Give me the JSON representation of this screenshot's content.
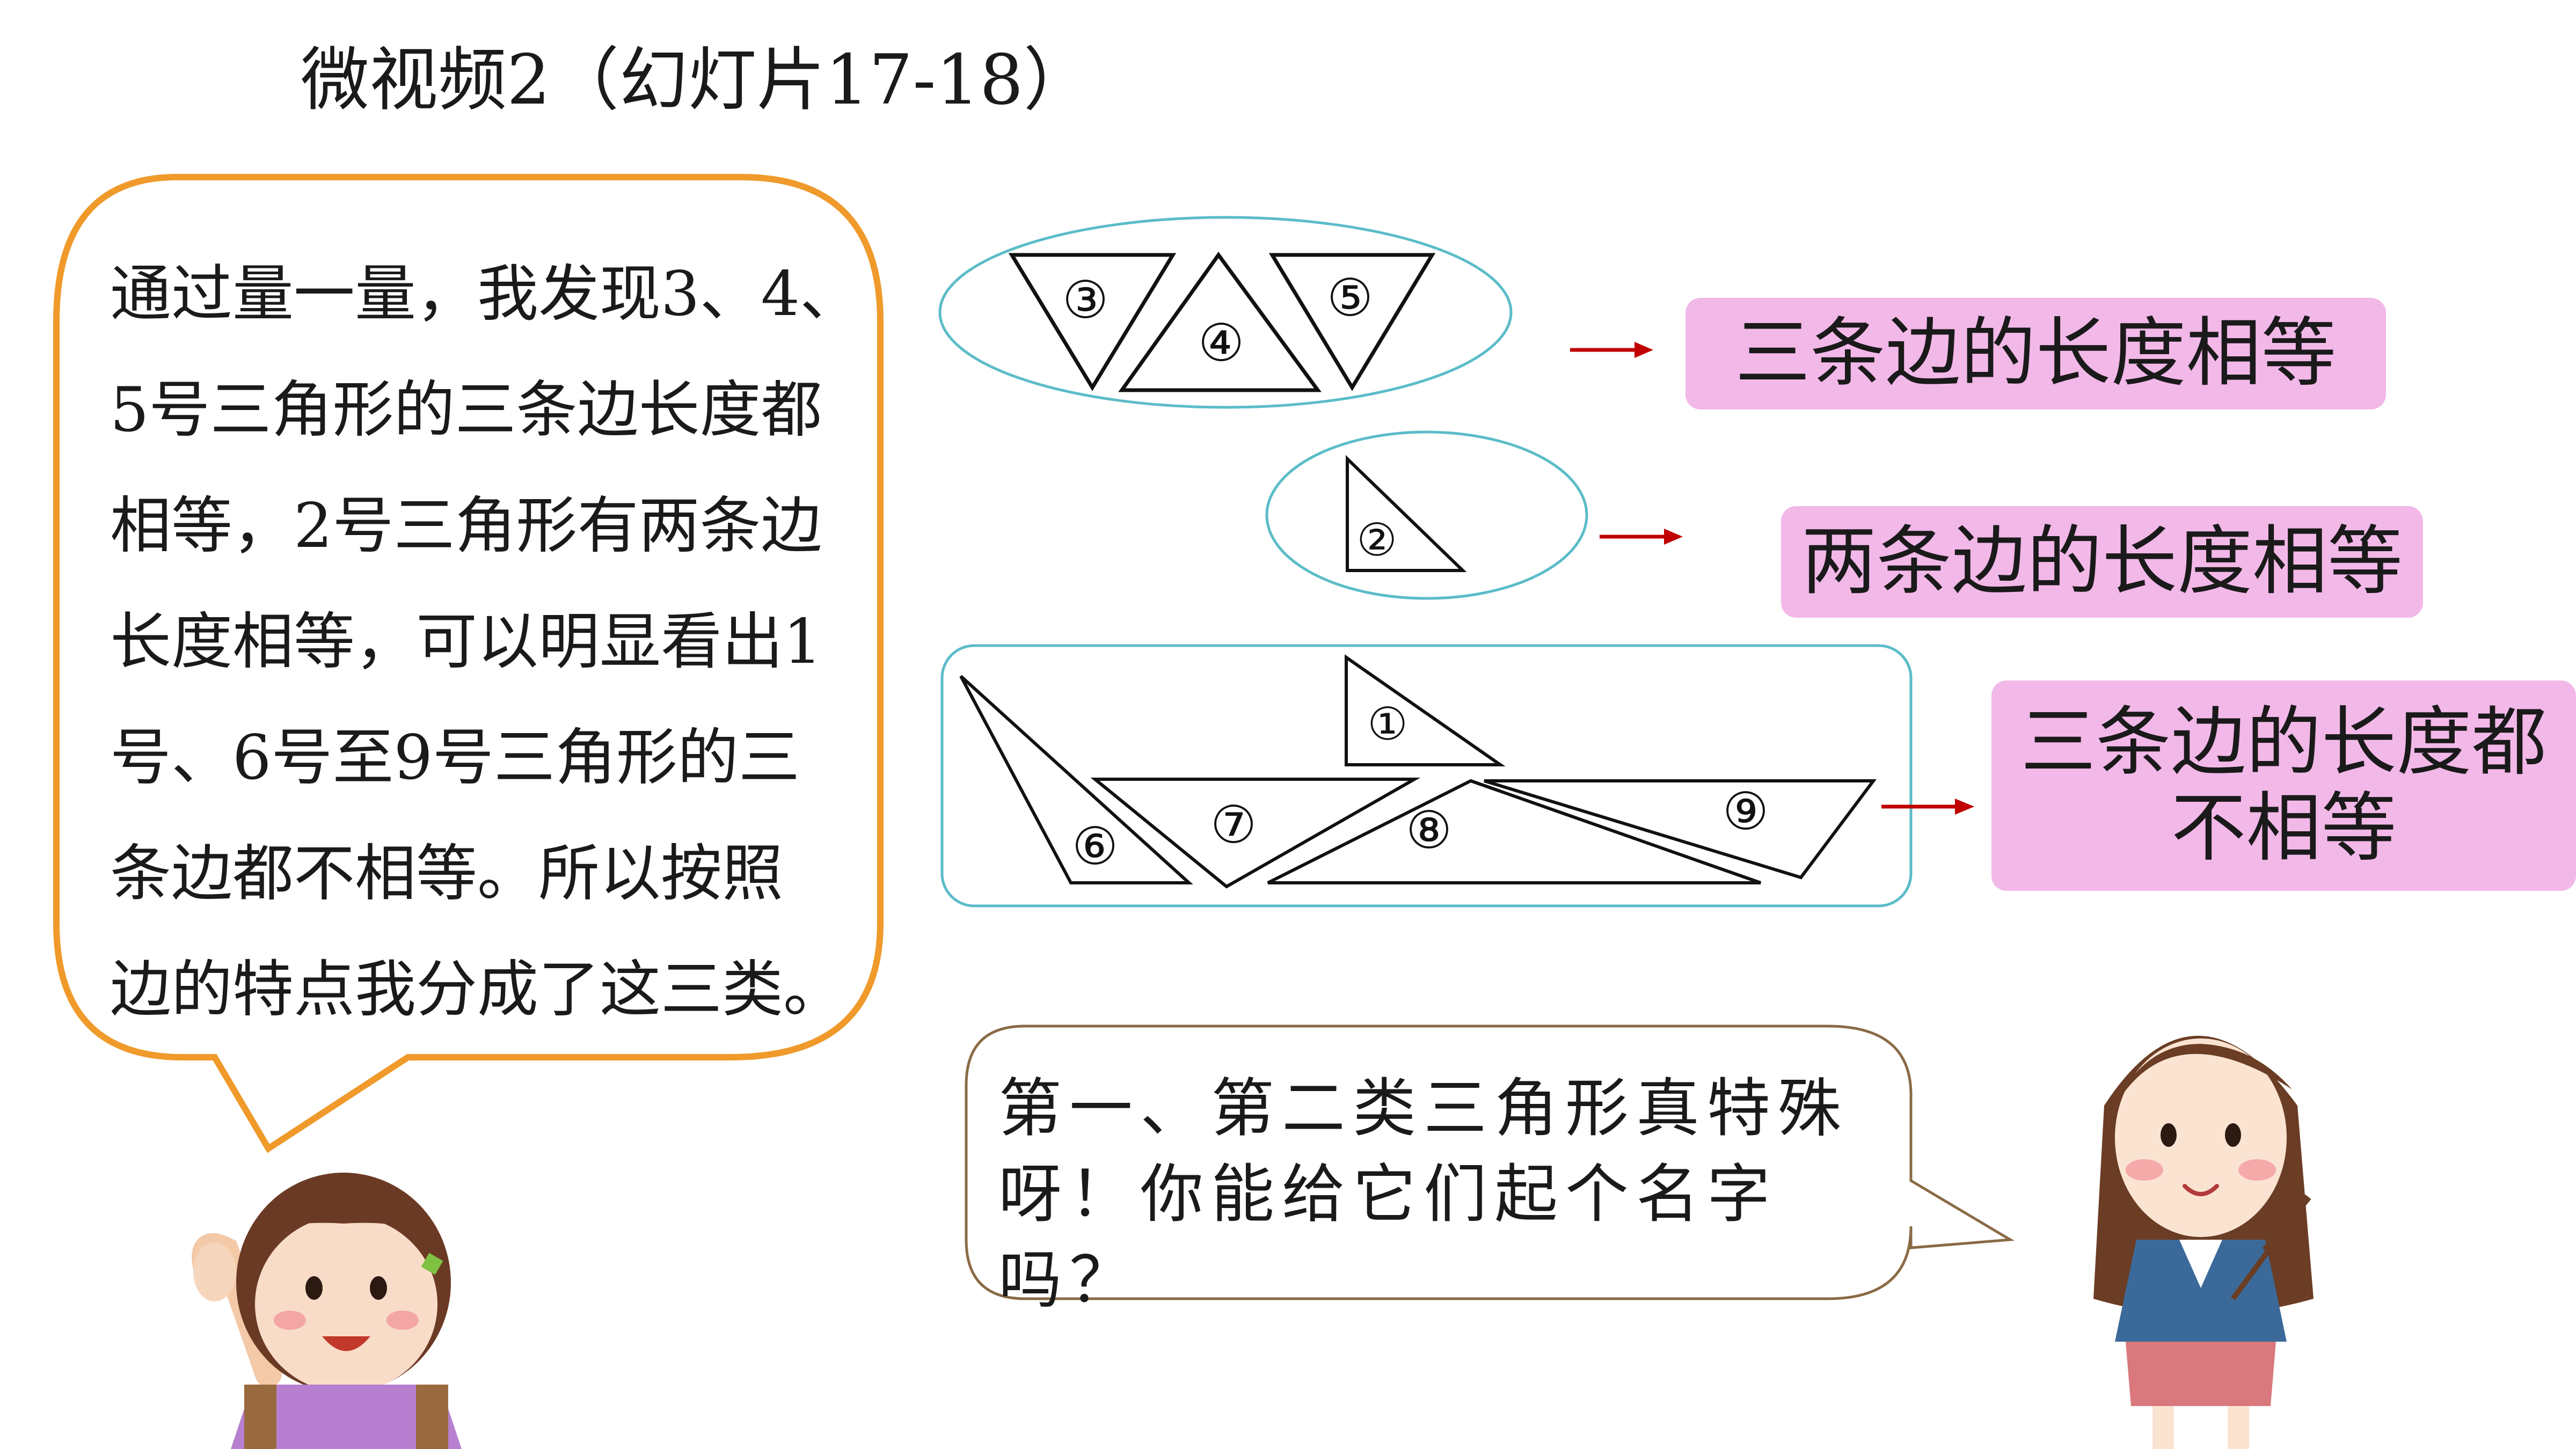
{
  "title": "微视频2（幻灯片17-18）",
  "girl_bubble": {
    "lines": [
      "通过量一量，我发现3、4、",
      "5号三角形的三条边长度都",
      "相等，2号三角形有两条边",
      "长度相等，可以明显看出1",
      "号、6号至9号三角形的三",
      "条边都不相等。所以按照",
      "边的特点我分成了这三类。"
    ]
  },
  "groups": [
    {
      "triangles": [
        "3",
        "4",
        "5"
      ],
      "label": "三条边的长度相等"
    },
    {
      "triangles": [
        "2"
      ],
      "label": "两条边的长度相等"
    },
    {
      "triangles": [
        "1",
        "6",
        "7",
        "8",
        "9"
      ],
      "label_lines": [
        "三条边的长度都",
        "不相等"
      ]
    }
  ],
  "teacher_bubble": {
    "lines": [
      "第一、第二类三角形真特殊",
      "呀！你能给它们起个名字吗？"
    ]
  },
  "triangle_numbers": {
    "t1": "①",
    "t2": "②",
    "t3": "③",
    "t4": "④",
    "t5": "⑤",
    "t6": "⑥",
    "t7": "⑦",
    "t8": "⑧",
    "t9": "⑨"
  },
  "colors": {
    "girl_bubble_border": "#ef9a2b",
    "label_background": "#f2b8e8",
    "group_outline": "#5bbcc8",
    "arrow": "#c00000",
    "teacher_bubble_border": "#8a6a45"
  }
}
